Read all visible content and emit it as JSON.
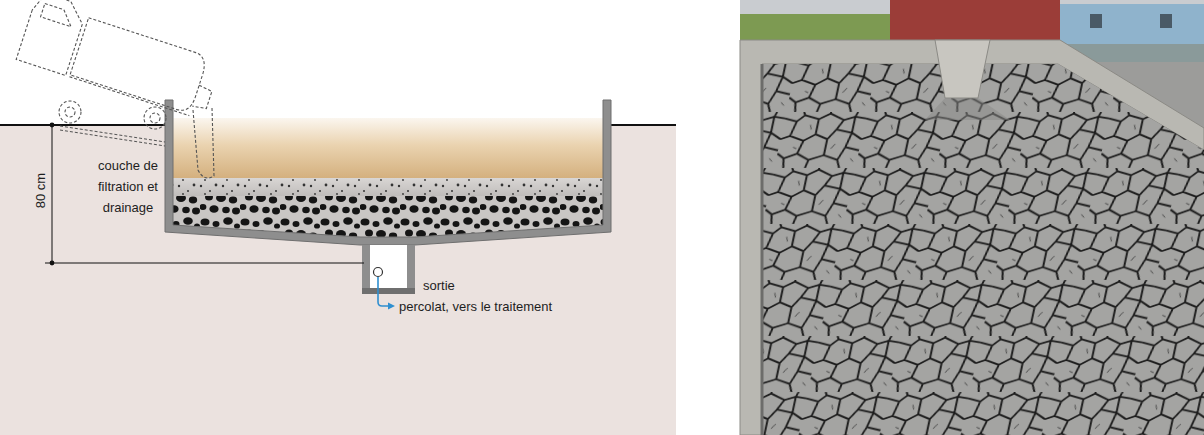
{
  "diagram": {
    "labels": [
      "80 cm",
      "couche de filtration et drainage",
      "sortie",
      "percolat, vers le traitement"
    ]
  }
}
